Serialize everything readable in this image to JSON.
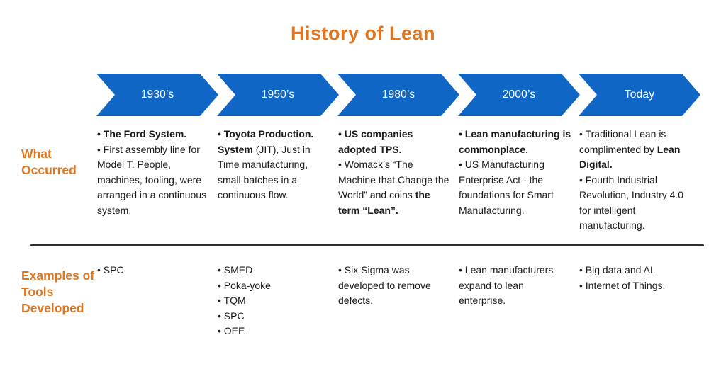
{
  "title": "History of Lean",
  "labels": {
    "occurred": "What Occurred",
    "tools": "Examples of Tools Developed"
  },
  "colors": {
    "arrow_blue": "#0F66C4",
    "accent_orange": "#E0751F",
    "body_text": "#1A1A1A",
    "arrow_text": "#FFFFFF",
    "divider": "#2F2F2F"
  },
  "eras": [
    {
      "id": "1930s",
      "label": "1930’s",
      "occurred": [
        [
          {
            "text": "The Ford System.",
            "bold": true
          }
        ],
        [
          {
            "text": "First assembly line for Model T. People, machines, tooling, were arranged in a continuous system.",
            "bold": false
          }
        ]
      ],
      "tools": [
        [
          {
            "text": "SPC",
            "bold": false
          }
        ]
      ]
    },
    {
      "id": "1950s",
      "label": "1950’s",
      "occurred": [
        [
          {
            "text": "Toyota Production. System",
            "bold": true
          },
          {
            "text": " (JIT), Just in Time manufacturing, small batches in a continuous flow.",
            "bold": false
          }
        ]
      ],
      "tools": [
        [
          {
            "text": "SMED",
            "bold": false
          }
        ],
        [
          {
            "text": "Poka-yoke",
            "bold": false
          }
        ],
        [
          {
            "text": "TQM",
            "bold": false
          }
        ],
        [
          {
            "text": "SPC",
            "bold": false
          }
        ],
        [
          {
            "text": "OEE",
            "bold": false
          }
        ]
      ]
    },
    {
      "id": "1980s",
      "label": "1980’s",
      "occurred": [
        [
          {
            "text": "US companies adopted TPS.",
            "bold": true
          }
        ],
        [
          {
            "text": "Womack’s “The Machine that Change the World” and coins ",
            "bold": false
          },
          {
            "text": "the term “Lean”.",
            "bold": true
          }
        ]
      ],
      "tools": [
        [
          {
            "text": "Six Sigma was developed to remove defects.",
            "bold": false
          }
        ]
      ]
    },
    {
      "id": "2000s",
      "label": "2000’s",
      "occurred": [
        [
          {
            "text": "Lean manufacturing is commonplace.",
            "bold": true
          }
        ],
        [
          {
            "text": "US Manufacturing Enterprise Act - the foundations for Smart Manufacturing.",
            "bold": false
          }
        ]
      ],
      "tools": [
        [
          {
            "text": "Lean manufacturers expand to lean enterprise.",
            "bold": false
          }
        ]
      ]
    },
    {
      "id": "today",
      "label": "Today",
      "occurred": [
        [
          {
            "text": "Traditional Lean is complimented by ",
            "bold": false
          },
          {
            "text": "Lean Digital.",
            "bold": true
          }
        ],
        [
          {
            "text": "Fourth Industrial Revolution, Industry 4.0 for intelligent manufacturing.",
            "bold": false
          }
        ]
      ],
      "tools": [
        [
          {
            "text": "Big data and AI.",
            "bold": false
          }
        ],
        [
          {
            "text": "Internet of Things.",
            "bold": false
          }
        ]
      ]
    }
  ]
}
